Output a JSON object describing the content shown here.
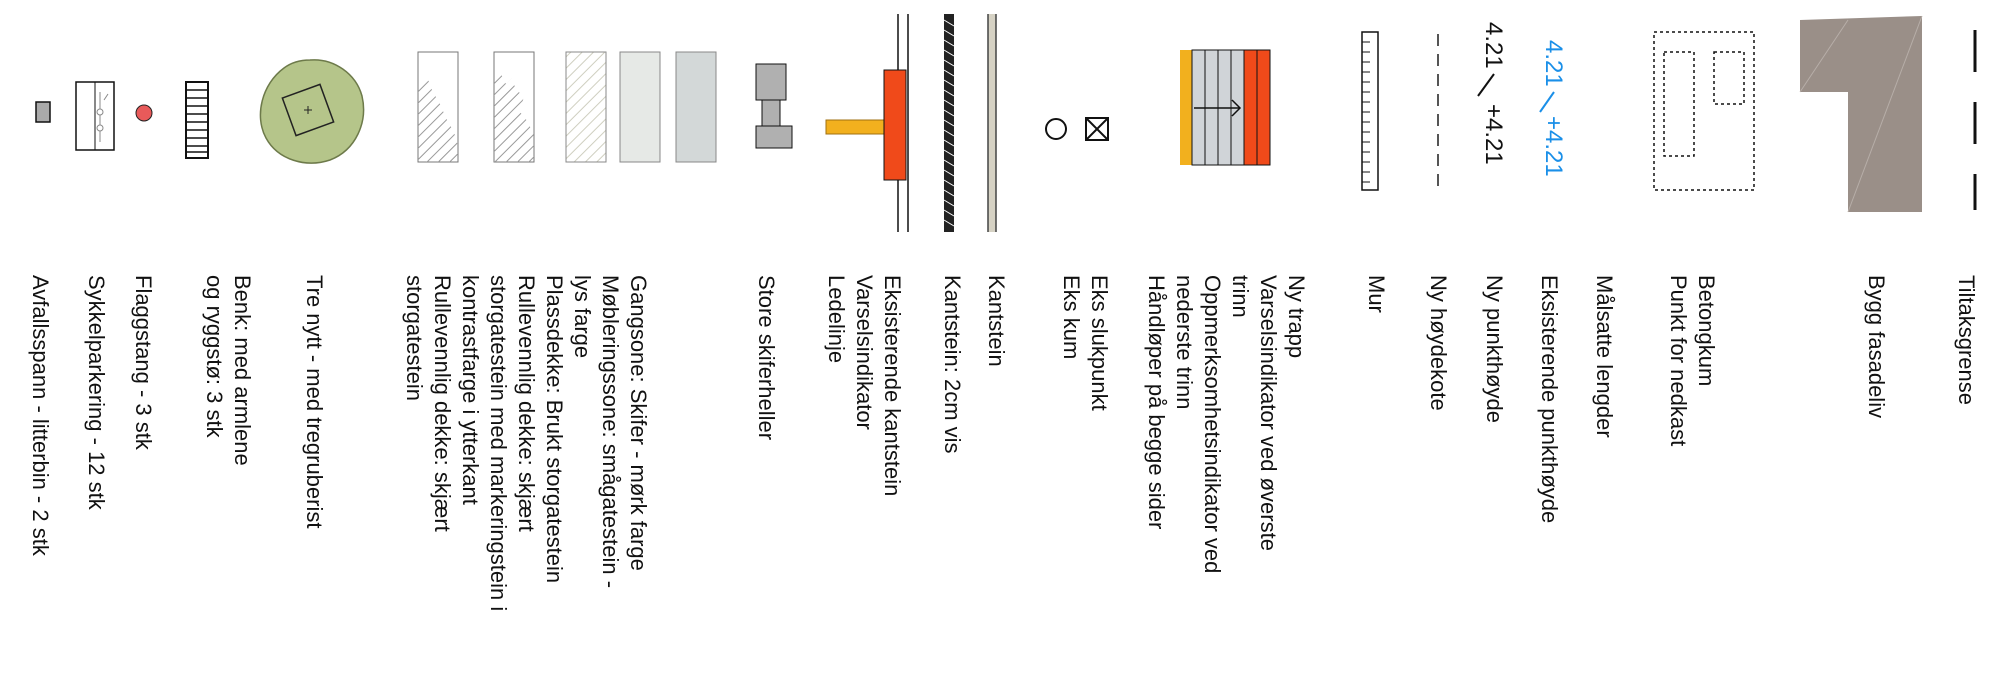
{
  "legend": {
    "items": [
      {
        "id": "tiltaksgrense",
        "label": "Tiltaksgrense"
      },
      {
        "id": "bygg-fasadeliv",
        "label": "Bygg fasadeliv"
      },
      {
        "id": "betongkum",
        "label": "Betongkum\nPunkt for nedkast"
      },
      {
        "id": "malsatte-lengder",
        "label": "Målsatte lengder"
      },
      {
        "id": "eksisterende-punkthoyde",
        "label": "Eksisterende punkthøyde"
      },
      {
        "id": "ny-punkthoyde",
        "label": "Ny punkthøyde"
      },
      {
        "id": "ny-hoydekote",
        "label": "Ny høydekote"
      },
      {
        "id": "mur",
        "label": "Mur"
      },
      {
        "id": "ny-trapp",
        "label": "Ny trapp\nVarselsindikator ved øverste\ntrinn\nOppmerksomhetsindikator ved\nnederste trinn\nHåndløper på begge sider"
      },
      {
        "id": "eks-kum",
        "label": "Eks slukpunkt\nEks kum"
      },
      {
        "id": "kantstein",
        "label": "Kantstein"
      },
      {
        "id": "kantstein-2cm",
        "label": "Kantstein: 2cm vis"
      },
      {
        "id": "eksisterende-kantstein",
        "label": "Eksisterende kantstein\nVarselsindikator\nLedelinje"
      },
      {
        "id": "store-skiferheller",
        "label": "Store skiferheller"
      },
      {
        "id": "dekker",
        "label": "Gangsone: Skifer - mørk farge\nMøbleringssone: smågatestein -\nlys farge\nPlassdekke: Brukt storgatestein\nRullevennlig dekke: skjært\nstorgatestein med markeringstein i\nkontrastfarge i ytterkant\nRullevennlig dekke: skjært\nstorgatestein"
      },
      {
        "id": "tre",
        "label": "Tre nytt - med tregruberist"
      },
      {
        "id": "benk",
        "label": "Benk: med armlene\nog ryggstø: 3 stk"
      },
      {
        "id": "flaggstang",
        "label": "Flaggstang - 3 stk"
      },
      {
        "id": "sykkelparkering",
        "label": "Sykkelparkering - 12 stk"
      },
      {
        "id": "avfallsspann",
        "label": "Avfallsspann - litterbin - 2 stk"
      }
    ],
    "text_marks": {
      "eks_punkt_a": "4.21",
      "eks_punkt_b": "+4.21",
      "ny_punkt_a": "4.21",
      "ny_punkt_b": "+4.21"
    },
    "colors": {
      "accent_blue": "#1a8fe8",
      "building": "#9a8f88",
      "warning": "#f04a1a",
      "guide": "#f2b01e",
      "tree": "#b5c58a",
      "flag": "#e85a5a"
    }
  }
}
